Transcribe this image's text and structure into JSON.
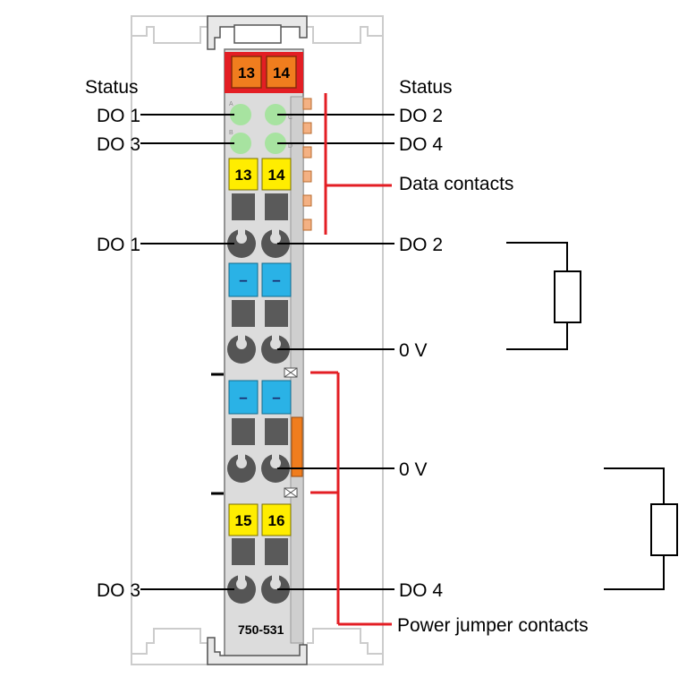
{
  "module": {
    "model": "750-531",
    "top_terminals": [
      "13",
      "14"
    ],
    "yellow_top": [
      "13",
      "14"
    ],
    "yellow_bottom": [
      "15",
      "16"
    ],
    "minus_sign": "–",
    "led_letters": [
      "A",
      "C",
      "B",
      "D"
    ]
  },
  "labels": {
    "status_left": "Status",
    "status_right": "Status",
    "do1_status": "DO 1",
    "do2_status": "DO 2",
    "do3_status": "DO 3",
    "do4_status": "DO 4",
    "data_contacts": "Data contacts",
    "do1_terminal": "DO 1",
    "do2_terminal": "DO 2",
    "zero_v_upper": "0 V",
    "zero_v_lower": "0 V",
    "do3_terminal": "DO 3",
    "do4_terminal": "DO 4",
    "power_jumper": "Power jumper contacts"
  },
  "colors": {
    "red": "#e31e24",
    "orange": "#f07d1e",
    "yellow": "#ffed00",
    "blue": "#2ab2e6",
    "led_green": "#a7e3a0",
    "body_grey": "#d9d9d9",
    "dark_grey": "#555555"
  }
}
